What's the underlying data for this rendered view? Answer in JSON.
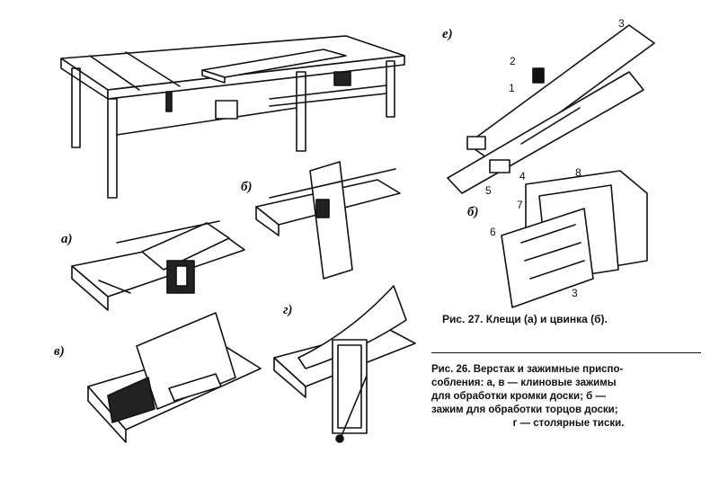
{
  "figure26": {
    "caption_lines": [
      "Рис. 26. Верстак и зажимные приспо-",
      "собления: а, в — клиновые зажимы",
      "для обработки кромки доски; б —",
      "зажим для обработки торцов доски;",
      "г — столярные тиски."
    ],
    "panel_labels": {
      "a": "а)",
      "b": "б)",
      "v": "в)",
      "g": "г)"
    }
  },
  "figure27": {
    "caption": "Рис. 27. Клещи (а) и цвинка (б).",
    "panel_labels": {
      "e": "е)",
      "b": "б)"
    },
    "part_numbers": [
      "1",
      "2",
      "3",
      "4",
      "5",
      "6",
      "7",
      "8",
      "3"
    ]
  },
  "colors": {
    "ink": "#111111",
    "paper": "#ffffff"
  }
}
